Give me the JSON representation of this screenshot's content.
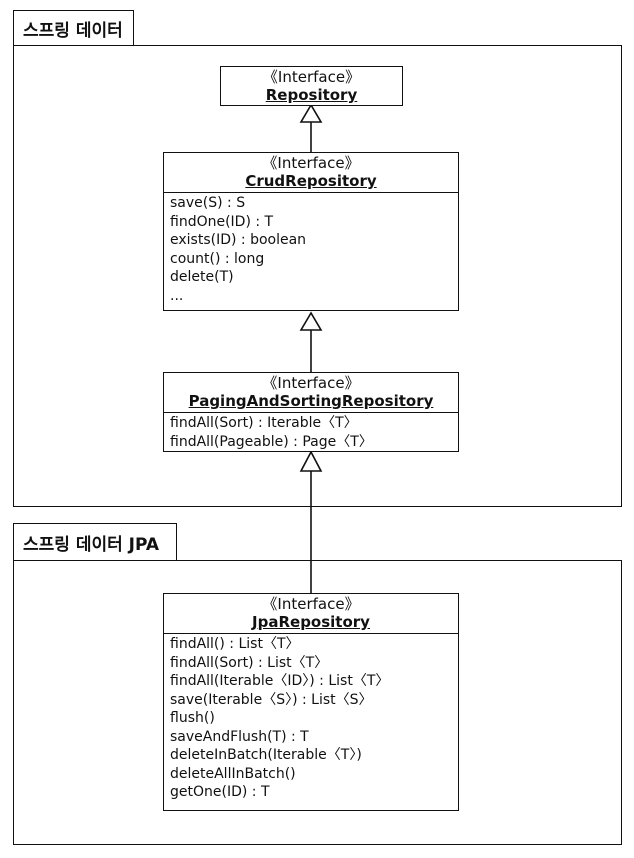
{
  "packages": {
    "spring_data": {
      "label": "스프링 데이터"
    },
    "spring_data_jpa": {
      "label": "스프링 데이터 JPA"
    }
  },
  "classes": {
    "repository": {
      "stereotype": "《Interface》",
      "name": "Repository",
      "operations": []
    },
    "crud_repository": {
      "stereotype": "《Interface》",
      "name": "CrudRepository",
      "operations": [
        "save(S) : S",
        "findOne(ID) : T",
        "exists(ID) : boolean",
        "count() : long",
        "delete(T)",
        "..."
      ]
    },
    "paging_repository": {
      "stereotype": "《Interface》",
      "name": "PagingAndSortingRepository",
      "operations": [
        "findAll(Sort) : Iterable〈T〉",
        "findAll(Pageable) : Page〈T〉"
      ]
    },
    "jpa_repository": {
      "stereotype": "《Interface》",
      "name": "JpaRepository",
      "operations": [
        "findAll() : List〈T〉",
        "findAll(Sort) : List〈T〉",
        "findAll(Iterable〈ID〉) : List〈T〉",
        "save(Iterable〈S〉) : List〈S〉",
        "flush()",
        "saveAndFlush(T) : T",
        "deleteInBatch(Iterable〈T〉)",
        "deleteAllInBatch()",
        "getOne(ID) : T"
      ]
    }
  },
  "relations": [
    {
      "type": "generalization",
      "from": "CrudRepository",
      "to": "Repository"
    },
    {
      "type": "generalization",
      "from": "PagingAndSortingRepository",
      "to": "CrudRepository"
    },
    {
      "type": "generalization",
      "from": "JpaRepository",
      "to": "PagingAndSortingRepository"
    }
  ]
}
